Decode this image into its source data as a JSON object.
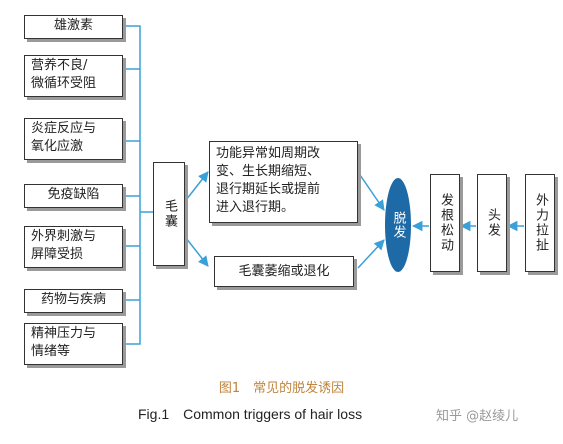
{
  "causes": [
    {
      "lines": [
        "雄激素"
      ]
    },
    {
      "lines": [
        "营养不良/",
        "微循环受阻"
      ]
    },
    {
      "lines": [
        "炎症反应与",
        "氧化应激"
      ]
    },
    {
      "lines": [
        "免疫缺陷"
      ]
    },
    {
      "lines": [
        "外界刺激与",
        "屏障受损"
      ]
    },
    {
      "lines": [
        "药物与疾病"
      ]
    },
    {
      "lines": [
        "精神压力与",
        "情绪等"
      ]
    }
  ],
  "follicle": "毛囊",
  "outcome_top": [
    "功能异常如周期改",
    "变、生长期缩短、",
    "退行期延长或提前",
    "进入退行期。"
  ],
  "outcome_bottom": "毛囊萎缩或退化",
  "hair_loss": "脱发",
  "loosening": "发根松动",
  "scalp_hair": "头发",
  "pulling": "外力拉扯",
  "caption_cn": "图1　常见的脱发诱因",
  "caption_en": "Fig.1　Common triggers of hair loss",
  "watermark": "知乎 @赵绫儿",
  "colors": {
    "accent": "#1e6aa6",
    "bracket": "#3aa0d8",
    "caption_cn": "#c0843c"
  }
}
